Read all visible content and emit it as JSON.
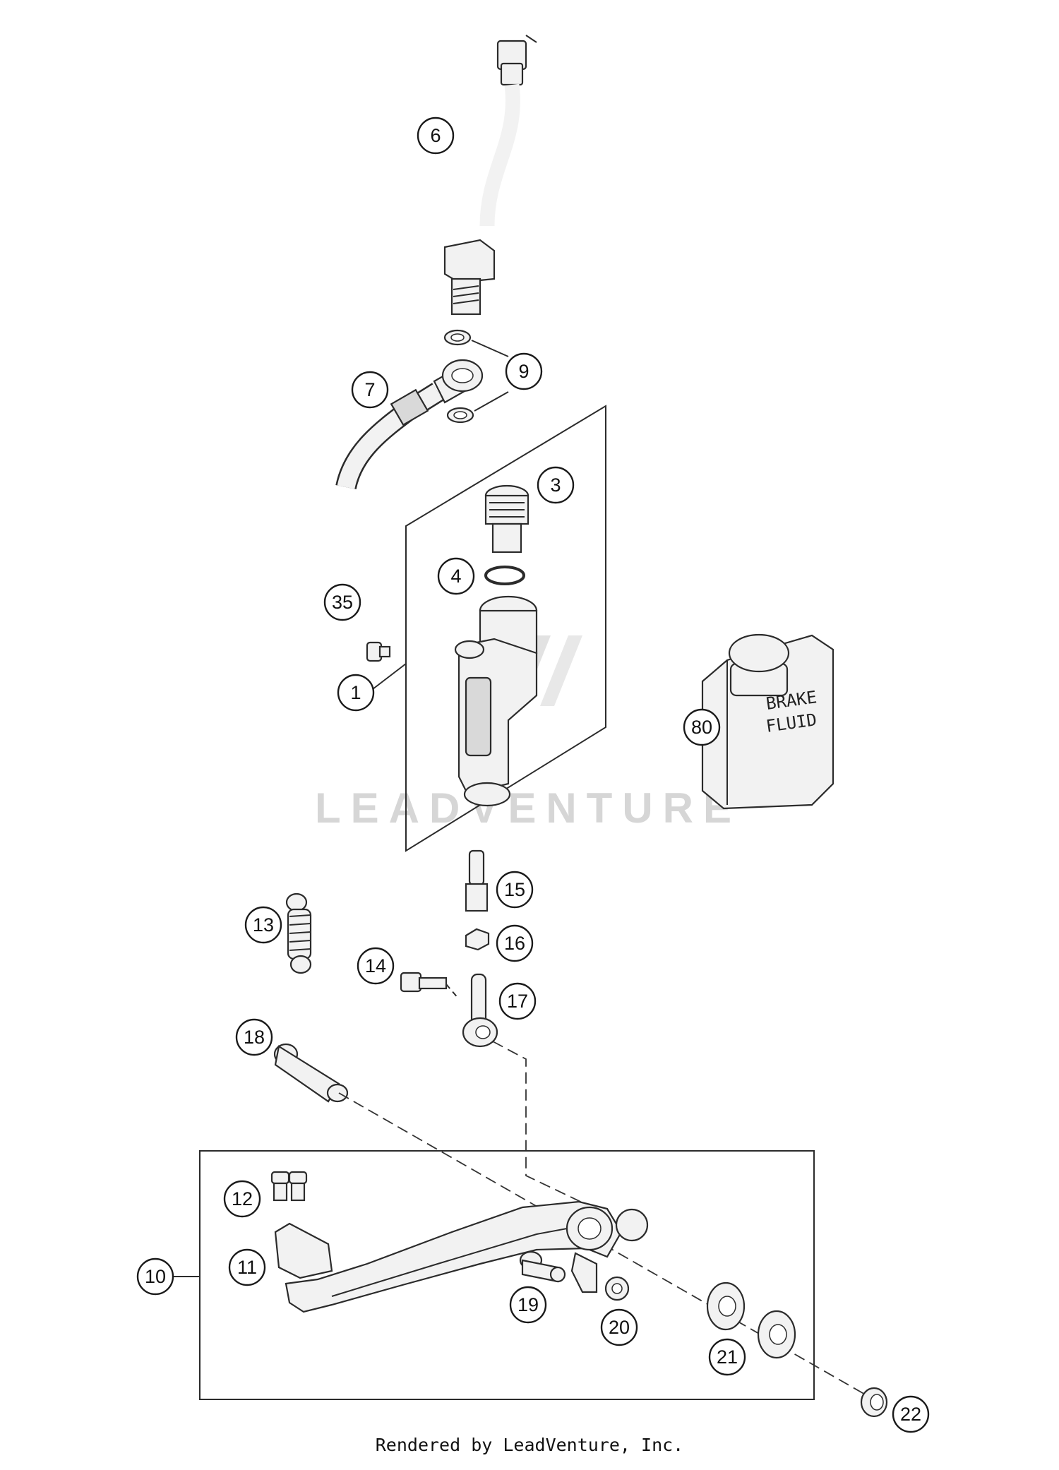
{
  "watermark": "LEADVENTURE",
  "bottle_label": [
    "BRAKE",
    "FLUID"
  ],
  "footer": "Rendered by LeadVenture, Inc.",
  "callouts": [
    "6",
    "9",
    "7",
    "3",
    "4",
    "35",
    "1",
    "80",
    "15",
    "13",
    "16",
    "14",
    "17",
    "18",
    "12",
    "11",
    "10",
    "19",
    "20",
    "21",
    "22"
  ]
}
